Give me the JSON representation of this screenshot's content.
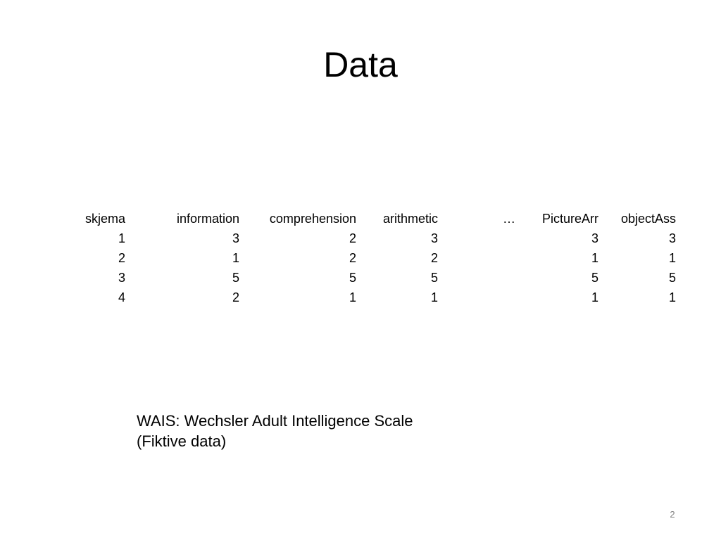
{
  "slide": {
    "title": "Data",
    "page_number": "2"
  },
  "table": {
    "headers": [
      "skjema",
      "information",
      "comprehension",
      "arithmetic",
      "…",
      "PictureArr",
      "objectAss"
    ],
    "rows": [
      [
        "1",
        "3",
        "2",
        "3",
        "",
        "3",
        "3"
      ],
      [
        "2",
        "1",
        "2",
        "2",
        "",
        "1",
        "1"
      ],
      [
        "3",
        "5",
        "5",
        "5",
        "",
        "5",
        "5"
      ],
      [
        "4",
        "2",
        "1",
        "1",
        "",
        "1",
        "1"
      ]
    ]
  },
  "caption": {
    "line1": "WAIS: Wechsler Adult Intelligence Scale",
    "line2": "(Fiktive data)"
  }
}
